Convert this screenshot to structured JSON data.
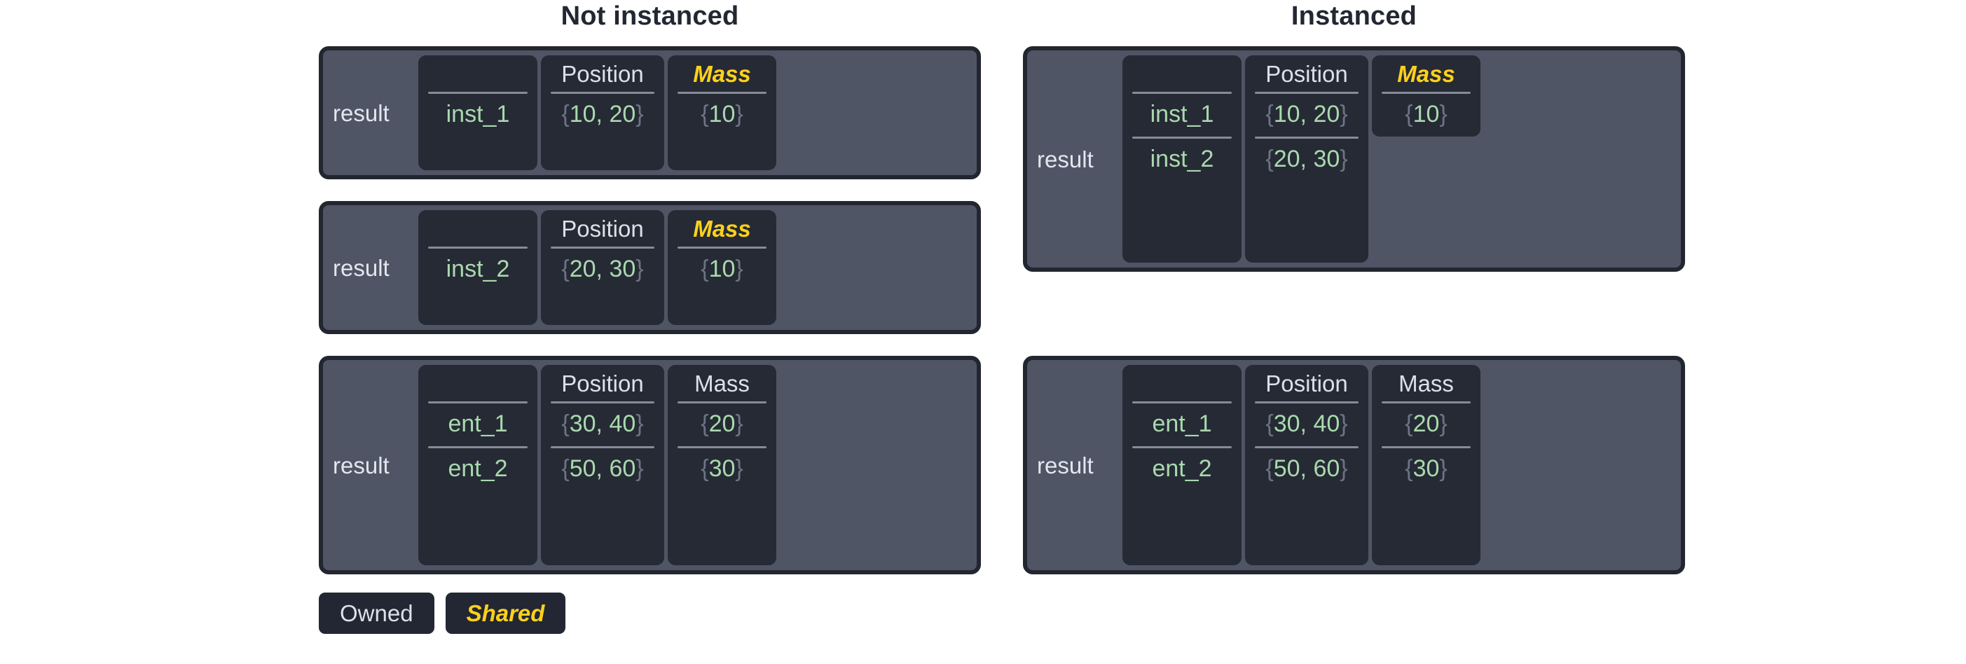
{
  "headings": {
    "not_instanced": "Not instanced",
    "instanced": "Instanced"
  },
  "labels": {
    "result": "result",
    "position_header": "Position",
    "mass_header": "Mass",
    "blank_header": ""
  },
  "legend": {
    "owned": "Owned",
    "shared": "Shared"
  },
  "colors": {
    "page_background": "#ffffff",
    "outer_box": "#4f5565",
    "outer_border": "#22262f",
    "cell_background": "#262a35",
    "header_text": "#dce0e8",
    "shared_text": "#ffd11a",
    "value_text": "#a9d9ad",
    "brace_text": "#6b7384",
    "divider": "#858b99",
    "title_text": "#232733"
  },
  "not_instanced": {
    "tables": [
      {
        "result_label": "result",
        "columns": [
          {
            "header": "",
            "shared": false,
            "values": [
              "inst_1"
            ]
          },
          {
            "header": "Position",
            "shared": false,
            "values": [
              "{10, 20}"
            ]
          },
          {
            "header": "Mass",
            "shared": true,
            "values": [
              "{10}"
            ]
          }
        ]
      },
      {
        "result_label": "result",
        "columns": [
          {
            "header": "",
            "shared": false,
            "values": [
              "inst_2"
            ]
          },
          {
            "header": "Position",
            "shared": false,
            "values": [
              "{20, 30}"
            ]
          },
          {
            "header": "Mass",
            "shared": true,
            "values": [
              "{10}"
            ]
          }
        ]
      },
      {
        "result_label": "result",
        "columns": [
          {
            "header": "",
            "shared": false,
            "values": [
              "ent_1",
              "ent_2"
            ]
          },
          {
            "header": "Position",
            "shared": false,
            "values": [
              "{30, 40}",
              "{50, 60}"
            ]
          },
          {
            "header": "Mass",
            "shared": false,
            "values": [
              "{20}",
              "{30}"
            ]
          }
        ]
      }
    ]
  },
  "instanced": {
    "tables": [
      {
        "result_label": "result",
        "columns": [
          {
            "header": "",
            "shared": false,
            "values": [
              "inst_1",
              "inst_2"
            ]
          },
          {
            "header": "Position",
            "shared": false,
            "values": [
              "{10, 20}",
              "{20, 30}"
            ]
          },
          {
            "header": "Mass",
            "shared": true,
            "values": [
              "{10}"
            ]
          }
        ]
      },
      {
        "result_label": "result",
        "columns": [
          {
            "header": "",
            "shared": false,
            "values": [
              "ent_1",
              "ent_2"
            ]
          },
          {
            "header": "Position",
            "shared": false,
            "values": [
              "{30, 40}",
              "{50, 60}"
            ]
          },
          {
            "header": "Mass",
            "shared": false,
            "values": [
              "{20}",
              "{30}"
            ]
          }
        ]
      }
    ]
  }
}
